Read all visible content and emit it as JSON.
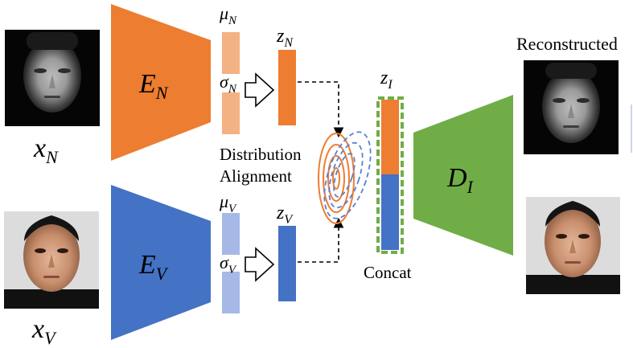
{
  "labels": {
    "x_n": "x",
    "x_n_sub": "N",
    "x_v": "x",
    "x_v_sub": "V",
    "encoder_n": "E",
    "encoder_n_sub": "N",
    "encoder_v": "E",
    "encoder_v_sub": "V",
    "mu_n": "μ",
    "mu_n_sub": "N",
    "sigma_n": "σ",
    "sigma_n_sub": "N",
    "mu_v": "μ",
    "mu_v_sub": "V",
    "sigma_v": "σ",
    "sigma_v_sub": "V",
    "z_n": "z",
    "z_n_sub": "N",
    "z_v": "z",
    "z_v_sub": "V",
    "z_i": "z",
    "z_i_sub": "I",
    "decoder": "D",
    "decoder_sub": "I",
    "distribution_line1": "Distribution",
    "distribution_line2": "Alignment",
    "concat": "Concat",
    "reconstructed": "Reconstructed"
  },
  "colors": {
    "nir_orange": "#ED7D31",
    "nir_light": "#F4B183",
    "vis_blue": "#4472C4",
    "vis_light": "#A6B8E6",
    "decoder_green": "#70AD47",
    "concat_border": "#70AD47",
    "dashed_blue": "#5B7FD0",
    "arrow": "#000000"
  }
}
